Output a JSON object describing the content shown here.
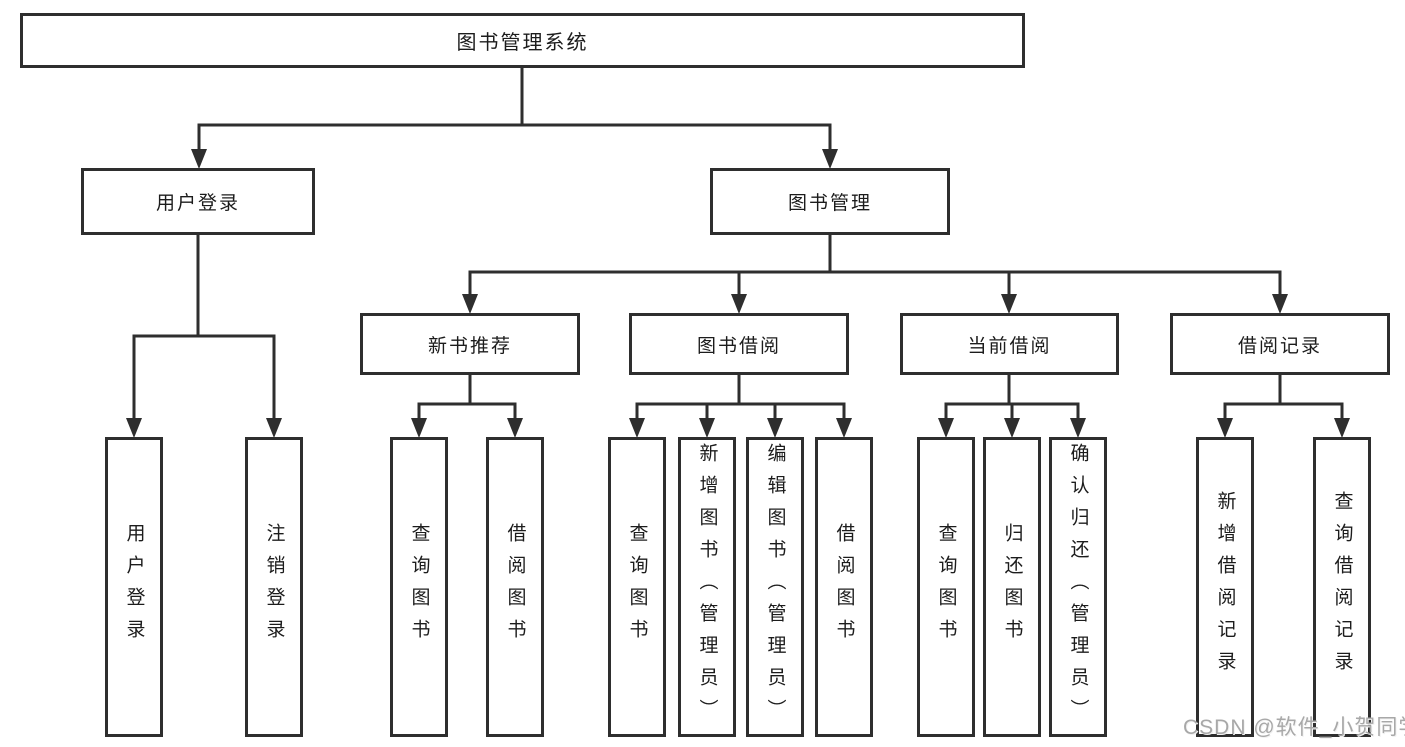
{
  "colors": {
    "line": "#2e2e2e",
    "box_border": "#2e2e2e",
    "text": "#1c1c1c",
    "watermark": "#a8a8a8",
    "background": "#ffffff"
  },
  "nodes": {
    "root": "图书管理系统",
    "level2": {
      "user_login": "用户登录",
      "book_management": "图书管理"
    },
    "level3": {
      "new_book_recommend": "新书推荐",
      "book_borrow": "图书借阅",
      "current_borrow": "当前借阅",
      "borrow_records": "借阅记录"
    },
    "leaves": {
      "user": [
        "用户登录",
        "注销登录"
      ],
      "newbook": [
        "查询图书",
        "借阅图书"
      ],
      "borrow": [
        "查询图书",
        "新增图书（管理员）",
        "编辑图书（管理员）",
        "借阅图书"
      ],
      "current": [
        "查询图书",
        "归还图书",
        "确认归还（管理员）"
      ],
      "records": [
        "新增借阅记录",
        "查询借阅记录"
      ]
    }
  },
  "watermark": {
    "text": "CSDN @软件_小贺同学"
  }
}
